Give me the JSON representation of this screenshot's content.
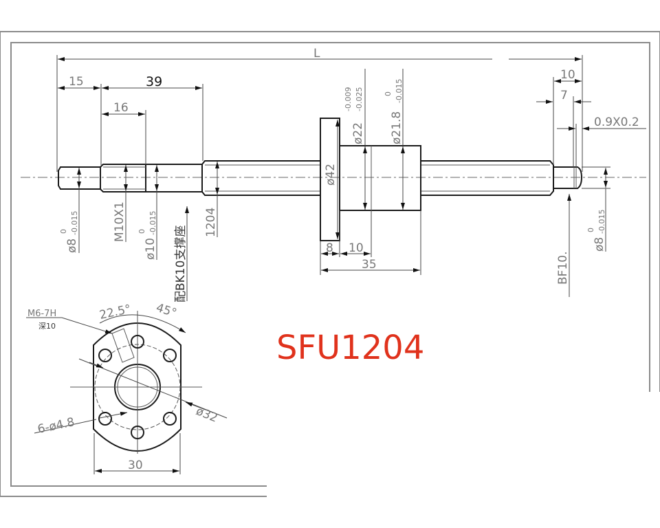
{
  "title": "SFU1204",
  "colors": {
    "title": "#e0321c",
    "line": "#1a1a1a",
    "dimension": "#777777",
    "frame": "#8a8a8a"
  },
  "shaft_view": {
    "overall_length_label": "L",
    "dims_top": {
      "d15": "15",
      "d39": "39",
      "d16": "16"
    },
    "dims_nut": {
      "d22": "ø22",
      "d22_upper": "-0.009",
      "d22_lower": "-0.025",
      "d21_8": "ø21.8",
      "d21_8_upper": "0",
      "d21_8_lower": "-0.015",
      "d42": "ø42",
      "d8": "8",
      "d10": "10",
      "d35": "35"
    },
    "dims_right": {
      "d10": "10",
      "d7": "7",
      "groove": "0.9X0.2"
    },
    "labels_bottom": {
      "phi8_left": "ø8",
      "phi8_left_tol_upper": "0",
      "phi8_left_tol_lower": "-0.015",
      "thread": "M10X1",
      "phi10": "ø10",
      "phi10_tol_upper": "0",
      "phi10_tol_lower": "-0.015",
      "bk_support": "配BK10支撑座",
      "screw_model": "1204",
      "bf_support": "BF10.",
      "phi8_right": "ø8",
      "phi8_right_tol_upper": "0",
      "phi8_right_tol_lower": "-0.015"
    }
  },
  "flange_view": {
    "tap_label": "M6-7H",
    "tap_depth": "深10",
    "angle_a": "22.5°",
    "angle_b": "45°",
    "holes": "6-ø4.8",
    "pcd": "ø32",
    "width": "30"
  }
}
